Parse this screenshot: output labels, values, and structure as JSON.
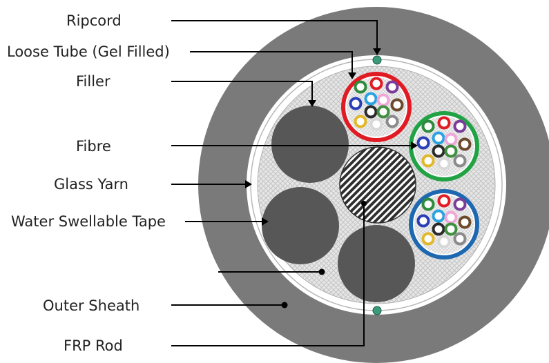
{
  "labels": {
    "ripcord": "Ripcord",
    "loose_tube": "Loose Tube (Gel Filled)",
    "filler": "Filler",
    "fibre": "Fibre",
    "glass_yarn": "Glass Yarn",
    "water_swellable_tape": "Water Swellable Tape",
    "outer_sheath": "Outer Sheath",
    "frp_rod": "FRP Rod"
  },
  "colors": {
    "outer_sheath": "#7a7a7a",
    "filler": "#575757",
    "tube_red": "#e01b24",
    "tube_green": "#21a345",
    "tube_blue": "#1d68b0",
    "ripcord": "#3a9a7a",
    "fibre_palette": [
      "#2e8b3c",
      "#e01b24",
      "#7a3d9a",
      "#2a3fb5",
      "#2aa3e0",
      "#f0a7d8",
      "#6b4a2c",
      "#2a2a2a",
      "#3e8f3e",
      "#e0b82a",
      "#f5f5f5",
      "#8a8a8a"
    ]
  }
}
